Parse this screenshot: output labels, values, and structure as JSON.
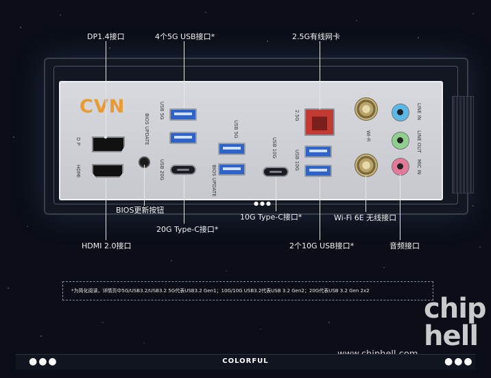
{
  "callouts": {
    "dp": "DP1.4接口",
    "usb5g": "4个5G USB接口*",
    "lan": "2.5G有线网卡",
    "bios": "BIOS更新按钮",
    "hdmi": "HDMI 2.0接口",
    "typec20g": "20G Type-C接口*",
    "typec10g": "10G Type-C接口*",
    "usb10g": "2个10G USB接口*",
    "wifi": "Wi-Fi 6E 无线接口",
    "audio": "音频接口"
  },
  "plate": {
    "logo": "CVN",
    "dp": "D P",
    "hdmi": "HDMI",
    "bios_update": "BIOS UPDATE",
    "usb5g_a": "USB 5G",
    "usb5g_b": "USB 5G",
    "usb20g": "USB 20G",
    "bios_update_b": "BIOS UPDATE",
    "usb10g_c": "USB 10G",
    "usb10g_a": "USB 10G",
    "lan": "2.5G",
    "wifi": "Wi-Fi",
    "line_in": "LINE IN",
    "line_out": "LINE OUT",
    "mic_in": "MIC IN"
  },
  "note": "*为简化阅读，详情页中5G/USB3.2/USB3.2 5G代表USB3.2 Gen1；10G/10G USB3.2代表USB 3.2 Gen2；20G代表USB 3.2 Gen 2x2",
  "footer": {
    "brand": "COLORFUL",
    "dots_left": "●●●",
    "dots_right": "●●●"
  },
  "watermark": {
    "url": "www.chiphell.com",
    "logo": "chip hell"
  },
  "colors": {
    "background": "#0b0e16",
    "logo": "#e89a33",
    "usb": "#2f63c8",
    "lan": "#c23a32",
    "line_in": "#5bb8e6",
    "line_out": "#8fcf8f",
    "mic_in": "#e07a98"
  }
}
